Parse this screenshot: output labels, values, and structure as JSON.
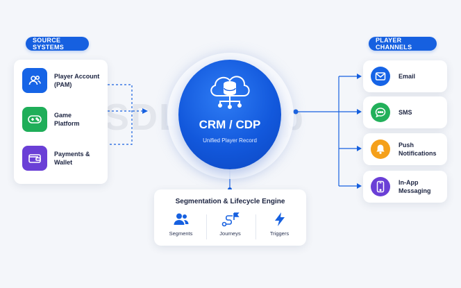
{
  "watermark": "SDLCCorp",
  "source_systems": {
    "title": "SOURCE SYSTEMS",
    "items": [
      {
        "label": "Player Account\n(PAM)",
        "icon": "users-icon",
        "color": "#1664e6"
      },
      {
        "label": "Game\nPlatform",
        "icon": "gamepad-icon",
        "color": "#1fae59"
      },
      {
        "label": "Payments &\nWallet",
        "icon": "wallet-icon",
        "color": "#6a3fd6"
      }
    ]
  },
  "hub": {
    "title": "CRM / CDP",
    "subtitle": "Unified Player Record",
    "icon": "cloud-database-icon"
  },
  "engine": {
    "title": "Segmentation & Lifecycle Engine",
    "items": [
      {
        "label": "Segments",
        "icon": "users-icon"
      },
      {
        "label": "Journeys",
        "icon": "journey-flag-icon"
      },
      {
        "label": "Triggers",
        "icon": "lightning-icon"
      }
    ]
  },
  "player_channels": {
    "title": "PLAYER CHANNELS",
    "items": [
      {
        "label": "Email",
        "icon": "envelope-icon",
        "color": "#1664e6"
      },
      {
        "label": "SMS",
        "icon": "chat-bubble-icon",
        "color": "#22b05a"
      },
      {
        "label": "Push\nNotifications",
        "icon": "bell-icon",
        "color": "#f5a01a"
      },
      {
        "label": "In-App\nMessaging",
        "icon": "smartphone-icon",
        "color": "#6a3fd6"
      }
    ]
  }
}
